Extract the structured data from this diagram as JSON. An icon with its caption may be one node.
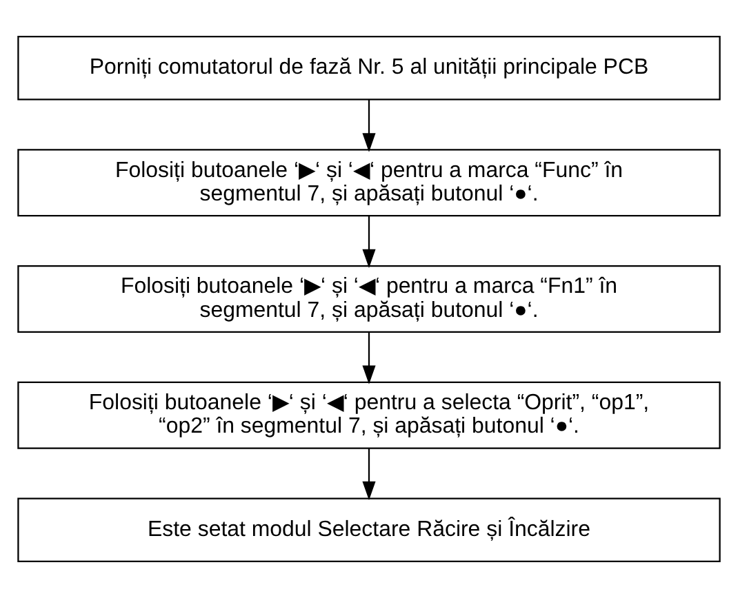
{
  "diagram": {
    "nodes": [
      {
        "text": [
          "Porniți comutatorul de fază Nr. 5 al unității principale PCB"
        ]
      },
      {
        "text": [
          "Folosiți butoanele ‘▶‘ și ‘◀‘ pentru a marca “Func” în segmentul 7, și apăsați butonul ‘●‘."
        ]
      },
      {
        "text": [
          "Folosiți butoanele ‘▶‘ și ‘◀‘ pentru a marca “Fn1” în segmentul 7, și apăsați butonul ‘●‘."
        ]
      },
      {
        "text": [
          "Folosiți butoanele ‘▶‘ și ‘◀‘ pentru a selecta “Oprit”, “op1”, “op2” în segmentul 7, și apăsați butonul ‘●‘."
        ]
      },
      {
        "text": [
          "Este setat modul Selectare Răcire și Încălzire"
        ]
      }
    ],
    "edges": [
      {
        "from": 0,
        "to": 1,
        "arrow": "to"
      },
      {
        "from": 1,
        "to": 2,
        "arrow": "to"
      },
      {
        "from": 2,
        "to": 3,
        "arrow": "to"
      },
      {
        "from": 3,
        "to": 4,
        "arrow": "to"
      }
    ]
  }
}
